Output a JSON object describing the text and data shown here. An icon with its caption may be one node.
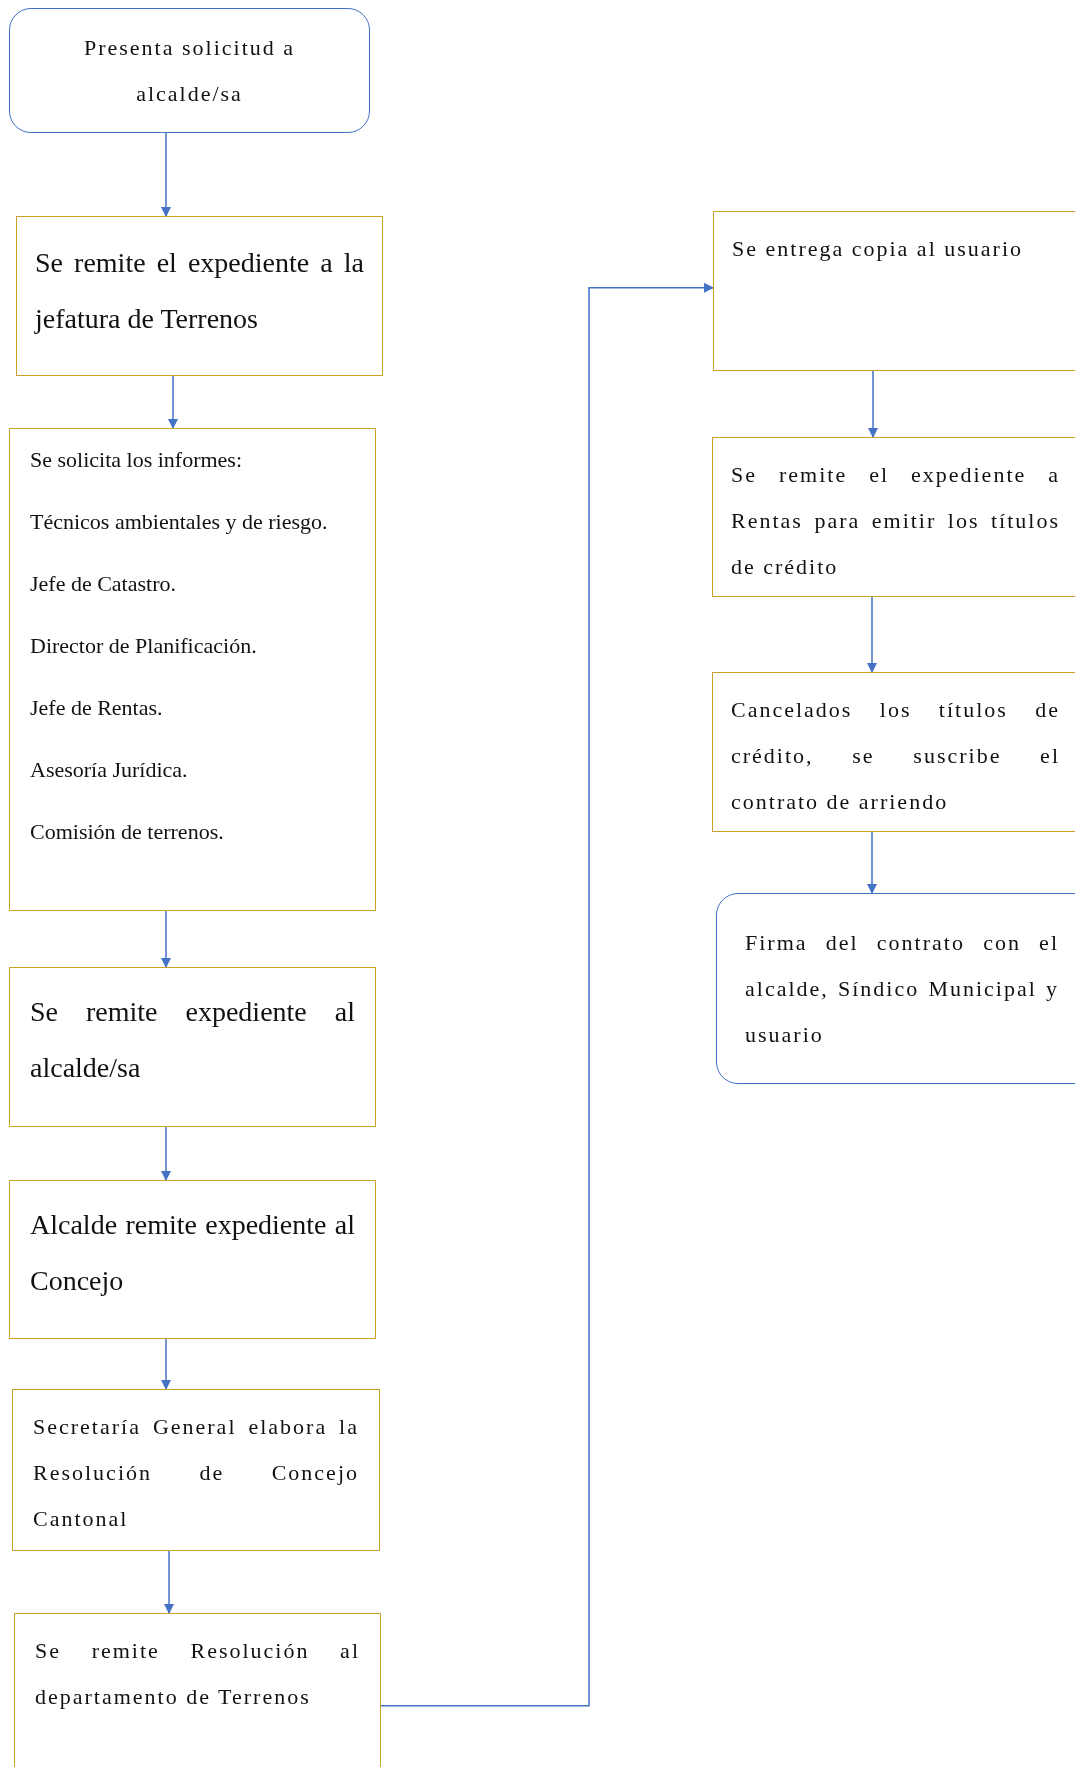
{
  "diagram": {
    "nodes": [
      {
        "text": [
          "Presenta solicitud a alcalde/sa"
        ]
      },
      {
        "text": [
          "Se remite el expediente a la jefatura de Terrenos"
        ]
      },
      {
        "text": [
          "Se solicita los informes:",
          "Técnicos ambientales y de riesgo.",
          "Jefe de Catastro.",
          "Director de Planificación.",
          "Jefe de Rentas.",
          "Asesoría Jurídica.",
          "Comisión de terrenos."
        ]
      },
      {
        "text": [
          "Se remite expediente al alcalde/sa"
        ]
      },
      {
        "text": [
          "Alcalde remite expediente al Concejo"
        ]
      },
      {
        "text": [
          "Secretaría General elabora la Resolución de Concejo Cantonal"
        ]
      },
      {
        "text": [
          "Se remite Resolución al departamento de Terrenos"
        ]
      },
      {
        "text": [
          "Se entrega copia al usuario"
        ]
      },
      {
        "text": [
          "Se remite el expediente a Rentas para emitir los títulos de crédito"
        ]
      },
      {
        "text": [
          "Cancelados los títulos de crédito, se suscribe el contrato de arriendo"
        ]
      },
      {
        "text": [
          "Firma del contrato con el alcalde, Síndico Municipal y usuario"
        ]
      }
    ],
    "edges": [
      {
        "from": 0,
        "to": 1,
        "arrow": "to"
      },
      {
        "from": 1,
        "to": 2,
        "arrow": "to"
      },
      {
        "from": 2,
        "to": 3,
        "arrow": "to"
      },
      {
        "from": 3,
        "to": 4,
        "arrow": "to"
      },
      {
        "from": 4,
        "to": 5,
        "arrow": "to"
      },
      {
        "from": 5,
        "to": 6,
        "arrow": "to"
      },
      {
        "from": 6,
        "to": 7,
        "arrow": "to"
      },
      {
        "from": 7,
        "to": 8,
        "arrow": "to"
      },
      {
        "from": 8,
        "to": 9,
        "arrow": "to"
      },
      {
        "from": 9,
        "to": 10,
        "arrow": "to"
      }
    ]
  }
}
